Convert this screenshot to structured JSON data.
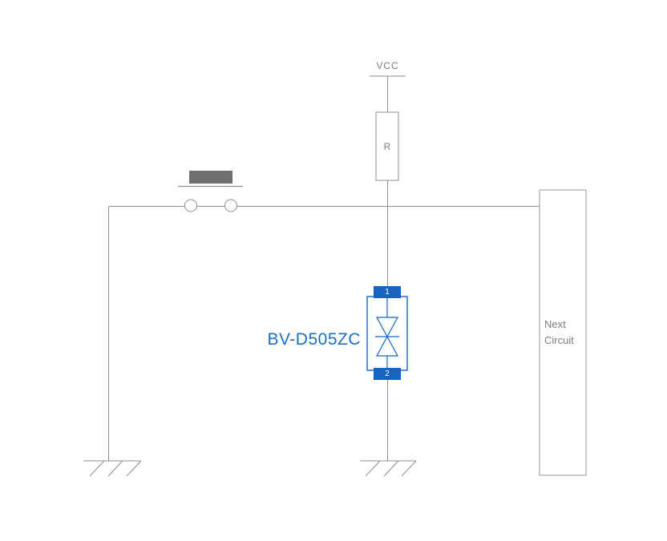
{
  "diagram": {
    "type": "circuit-schematic",
    "labels": {
      "power_rail": "VCC",
      "resistor": "R",
      "pin1": "1",
      "pin2": "2",
      "component_part_number": "BV-D505ZC",
      "next_circuit": "Next Circuit"
    },
    "components": {
      "power": "VCC rail at top feeding resistor R",
      "resistor": "R in series from VCC to main horizontal node",
      "switch": "push-button switch on left branch of horizontal node",
      "tvs_diode": "bidirectional TVS diode BV-D505ZC between node (pin 1) and ground (pin 2)",
      "next_circuit": "Next Circuit block on right branch of node",
      "grounds": [
        "left branch ground",
        "TVS pin 2 ground"
      ]
    },
    "colors": {
      "accent_blue": "#1565c0",
      "label_blue": "#1b6ec2",
      "wire_gray": "#909090",
      "text_gray": "#7d7d7d",
      "button_cap_gray": "#6f6f6f",
      "background": "#ffffff"
    }
  }
}
